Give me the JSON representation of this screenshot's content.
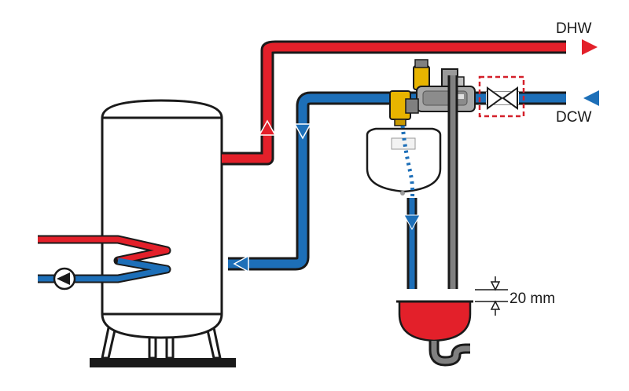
{
  "labels": {
    "hot_outlet": "DHW",
    "cold_inlet": "DCW",
    "air_gap": "20 mm"
  },
  "colors": {
    "hot_pipe": "#e3202a",
    "cold_pipe": "#1d6fb8",
    "outline": "#1a1a1a",
    "tank_fill": "#ffffff",
    "drain_pipe": "#808080",
    "valve_body": "#e8b400",
    "filter_box": "#d4202a"
  },
  "icons": {
    "circulation_pump": "pump-icon",
    "stop_valve": "gate-valve-icon",
    "expansion_vessel": "expansion-vessel-icon",
    "tundish": "tundish-icon"
  }
}
